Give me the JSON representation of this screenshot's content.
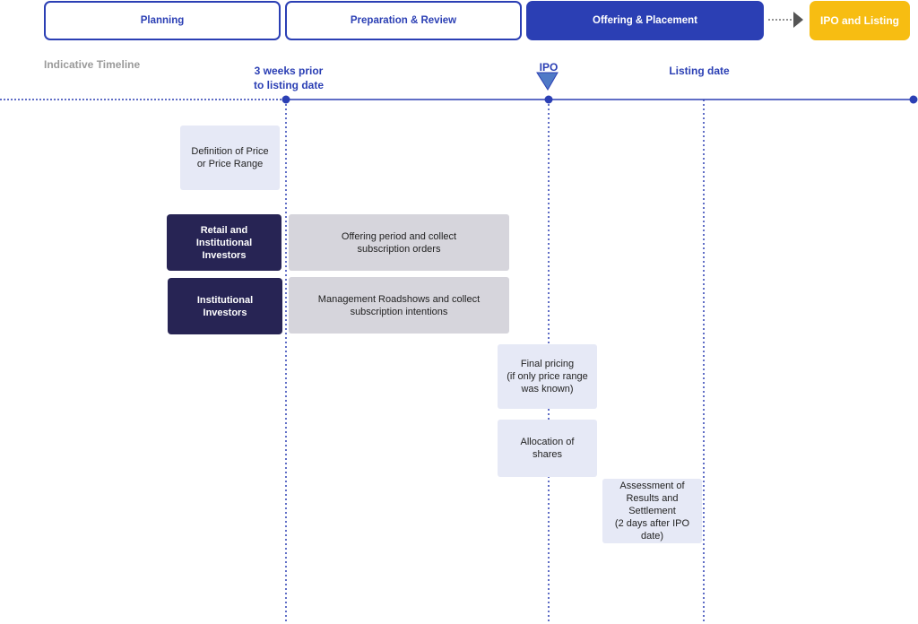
{
  "phases": {
    "planning": "Planning",
    "preparation": "Preparation & Review",
    "offering": "Offering & Placement",
    "ipo_listing": "IPO and Listing"
  },
  "timeline": {
    "title": "Indicative Timeline",
    "milestone_1_line1": "3 weeks prior",
    "milestone_1_line2": "to listing date",
    "milestone_ipo": "IPO",
    "milestone_listing": "Listing date"
  },
  "steps": {
    "definition_line1": "Definition of Price",
    "definition_line2": "or Price Range",
    "retail_label_line1": "Retail and",
    "retail_label_line2": "Institutional",
    "retail_label_line3": "Investors",
    "offering_line1": "Offering period and collect",
    "offering_line2": "subscription orders",
    "inst_label_line1": "Institutional",
    "inst_label_line2": "Investors",
    "roadshow_line1": "Management Roadshows and collect",
    "roadshow_line2": "subscription intentions",
    "final_line1": "Final pricing",
    "final_line2": "(if only price range",
    "final_line3": "was known)",
    "allocation_line1": "Allocation of",
    "allocation_line2": "shares",
    "assess_line1": "Assessment of",
    "assess_line2": "Results and",
    "assess_line3": "Settlement",
    "assess_line4": "(2 days after IPO",
    "assess_line5": "date)"
  },
  "colors": {
    "primary_blue": "#2b3fb4",
    "dark_navy": "#272454",
    "highlight_yellow": "#f7bd12",
    "light_box": "#e6e9f6",
    "grey_box": "#d6d5dc"
  }
}
